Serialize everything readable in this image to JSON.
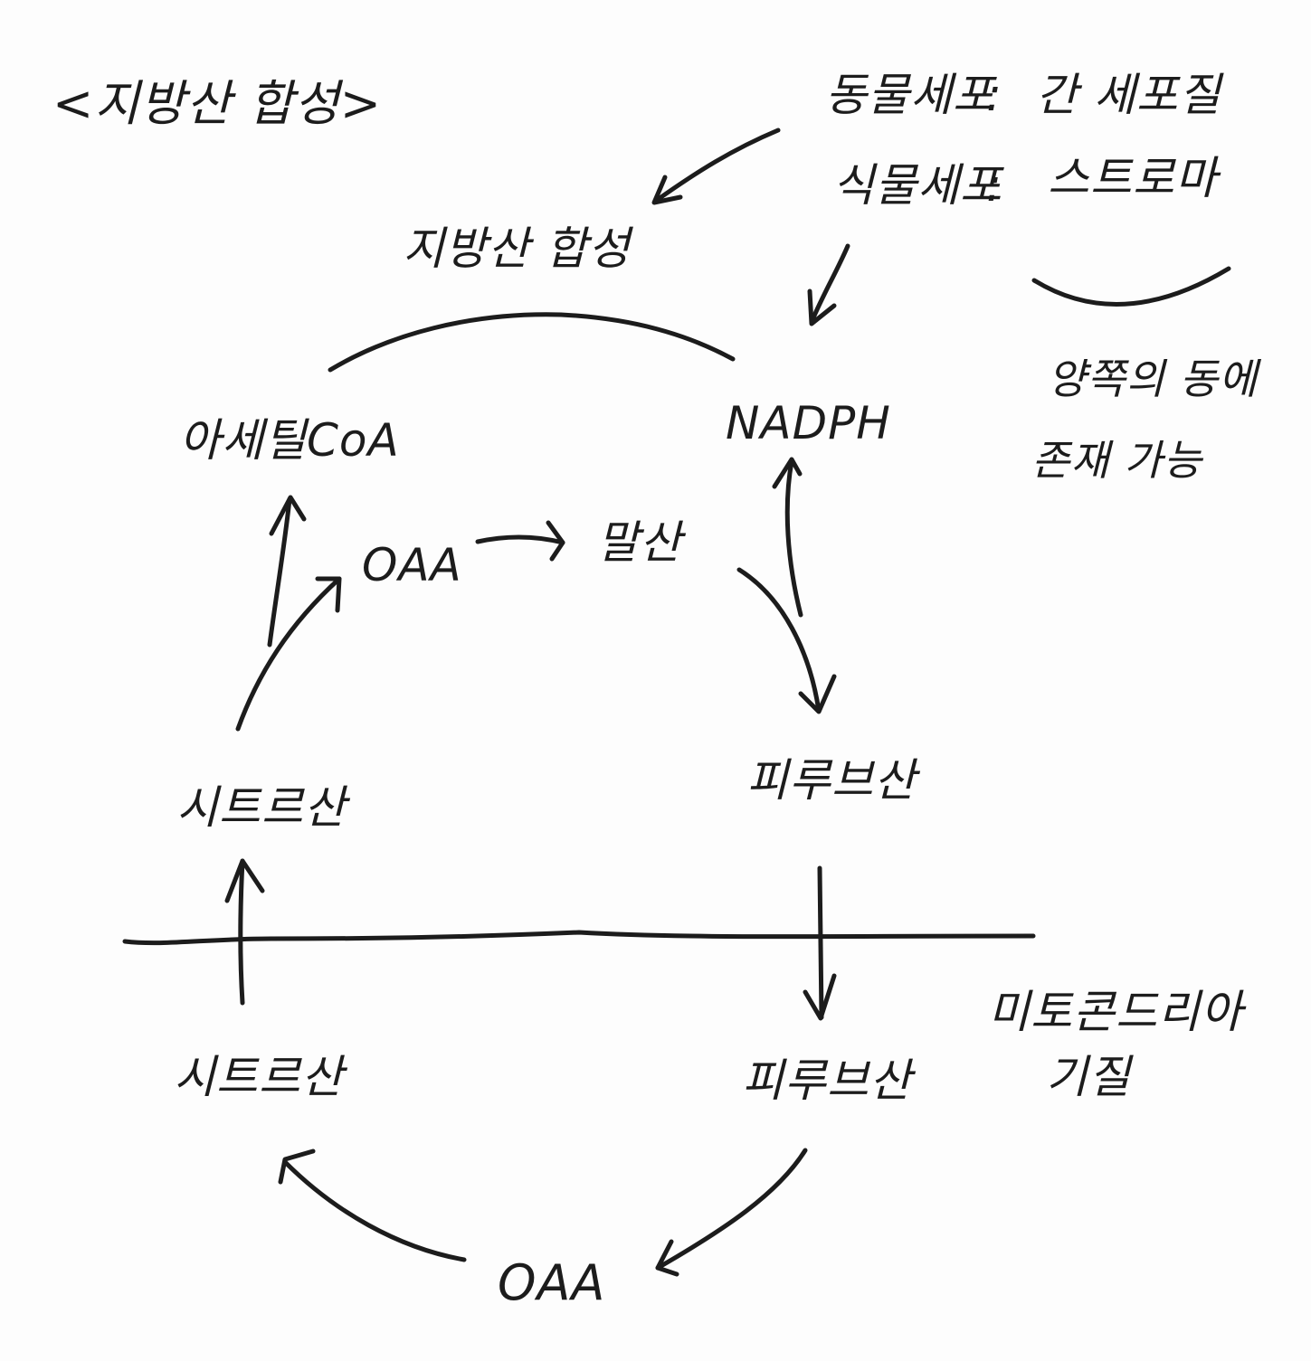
{
  "title": "<지방산 합성>",
  "legend": {
    "line1_label": "동물세포",
    "line1_value": "간 세포질",
    "line2_label": "식물세포",
    "line2_value": "스트로마",
    "separator": ":"
  },
  "note": {
    "line1": "양쪽의 동에",
    "line2": "존재 가능"
  },
  "nodes": {
    "fatty_acid_synthesis": "지방산 합성",
    "acetyl_coa": "아세틸CoA",
    "nadph": "NADPH",
    "oaa_top": "OAA",
    "malate": "말산",
    "pyruvate_upper": "피루브산",
    "citrate_upper": "시트르산",
    "citrate_lower": "시트르산",
    "pyruvate_lower": "피루브산",
    "oaa_bottom": "OAA"
  },
  "compartment_label": {
    "line1": "미토콘드리아",
    "line2": "기질"
  },
  "colors": {
    "ink": "#1c1c1c",
    "background": "#fdfdfd"
  }
}
